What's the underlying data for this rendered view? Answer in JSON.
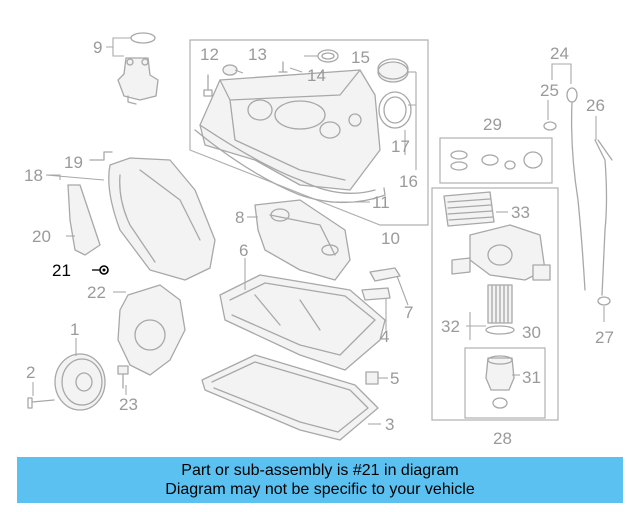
{
  "diagram": {
    "callouts": [
      "1",
      "2",
      "3",
      "4",
      "5",
      "6",
      "7",
      "8",
      "9",
      "10",
      "11",
      "12",
      "13",
      "14",
      "15",
      "16",
      "17",
      "18",
      "19",
      "20",
      "21",
      "22",
      "23",
      "24",
      "25",
      "26",
      "27",
      "28",
      "29",
      "30",
      "31",
      "32",
      "33"
    ],
    "highlighted": "21"
  },
  "banner": {
    "line1": "Part or sub-assembly is #21 in diagram",
    "line2": "Diagram may not be specific to your vehicle"
  },
  "colors": {
    "banner_bg": "#5bc1f1",
    "line_art": "#a8a8a8",
    "highlight": "#000000"
  }
}
